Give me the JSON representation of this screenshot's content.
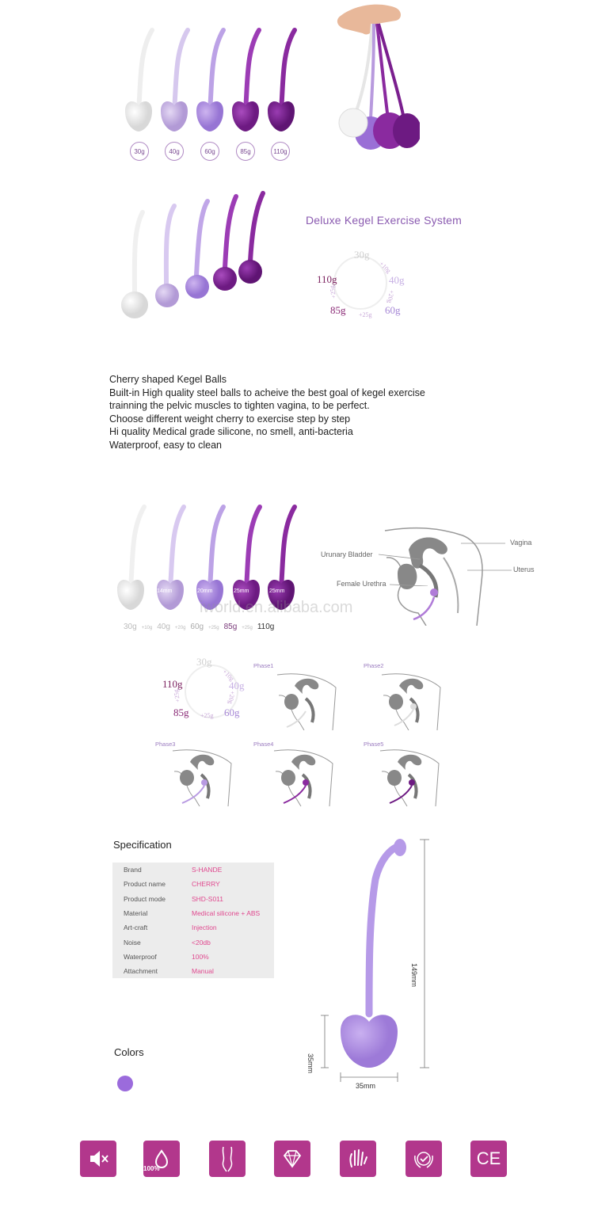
{
  "weights": {
    "set1": [
      "30g",
      "40g",
      "60g",
      "85g",
      "110g"
    ]
  },
  "deluxe_title": "Deluxe Kegel Exercise System",
  "cycle": {
    "w30": "30g",
    "w40": "40g",
    "w60": "60g",
    "w85": "85g",
    "w110": "110g",
    "s10": "+10g",
    "s20": "+20g",
    "s25": "+25g",
    "s25b": "+25g"
  },
  "description": [
    "Cherry shaped Kegel Balls",
    "Built-in High quality steel balls to acheive the best goal of kegel exercise",
    "trainning the pelvic muscles to tighten vagina, to be perfect.",
    "Choose different weight cherry to exercise step by step",
    "Hi quality Medical grade silicone, no smell, anti-bacteria",
    "Waterproof, easy to clean"
  ],
  "section3": {
    "sizes": [
      "14mm",
      "20mm",
      "25mm",
      "25mm"
    ],
    "row_weights": [
      "30g",
      "+10g",
      "40g",
      "+20g",
      "60g",
      "+25g",
      "85g",
      "+25g",
      "110g"
    ],
    "watermark": "iworld.en.alibaba.com",
    "anatomy": {
      "vagina": "Vagina",
      "bladder": "Urunary Bladder",
      "uterus": "Uterus",
      "urethra": "Female Urethra"
    }
  },
  "phases": [
    "Phase1",
    "Phase2",
    "Phase3",
    "Phase4",
    "Phase5"
  ],
  "specification": {
    "title": "Specification",
    "rows": [
      {
        "key": "Brand",
        "value": "S-HANDE"
      },
      {
        "key": "Product name",
        "value": "CHERRY"
      },
      {
        "key": "Product mode",
        "value": "SHD-S011"
      },
      {
        "key": "Material",
        "value": "Medical silicone + ABS"
      },
      {
        "key": "Art-craft",
        "value": "Injection"
      },
      {
        "key": "Noise",
        "value": "<20db"
      },
      {
        "key": "Waterproof",
        "value": "100%"
      },
      {
        "key": "Attachment",
        "value": "Manual"
      }
    ]
  },
  "colors_title": "Colors",
  "swatch_color": "#9b6bdc",
  "dimensions": {
    "height": "149mm",
    "ball_h": "35mm",
    "ball_w": "35mm"
  },
  "badges": {
    "pct": "100%",
    "ce": "CE"
  },
  "palette": {
    "white": "#f0f0f0",
    "lilac": "#c8b2e6",
    "lavender": "#ae8be0",
    "purple": "#8a2a9f",
    "deep": "#7a1f8e",
    "accent": "#b2378c"
  }
}
